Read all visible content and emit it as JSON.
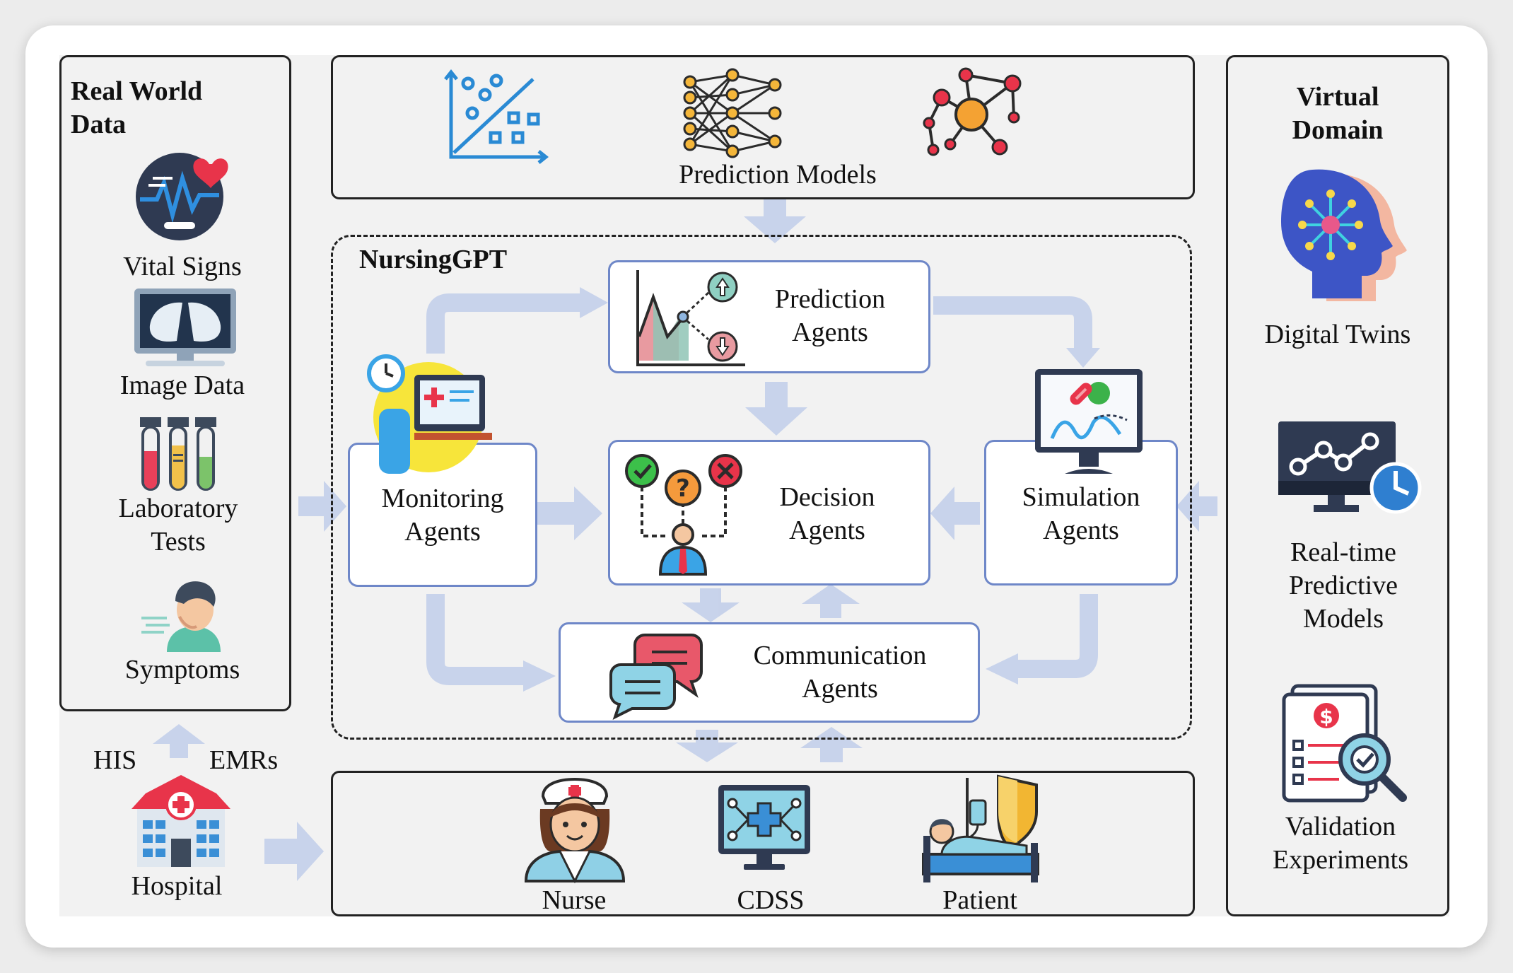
{
  "left_panel": {
    "title": "Real World\nData",
    "items": [
      "Vital Signs",
      "Image Data",
      "Laboratory\nTests",
      "Symptoms"
    ]
  },
  "hospital": {
    "label": "Hospital",
    "left_tag": "HIS",
    "right_tag": "EMRs"
  },
  "top_panel": {
    "label": "Prediction Models"
  },
  "core": {
    "title": "NursingGPT",
    "agents": {
      "prediction": "Prediction\nAgents",
      "monitoring": "Monitoring\nAgents",
      "decision": "Decision\nAgents",
      "simulation": "Simulation\nAgents",
      "communication": "Communication\nAgents"
    }
  },
  "bottom_panel": {
    "items": [
      "Nurse",
      "CDSS",
      "Patient"
    ]
  },
  "right_panel": {
    "title": "Virtual\nDomain",
    "items": [
      "Digital Twins",
      "Real-time\nPredictive\nModels",
      "Validation\nExperiments"
    ]
  },
  "colors": {
    "flow_arrow": "#c3cfea",
    "agent_border": "#6e87c8",
    "panel_border": "#222222"
  }
}
